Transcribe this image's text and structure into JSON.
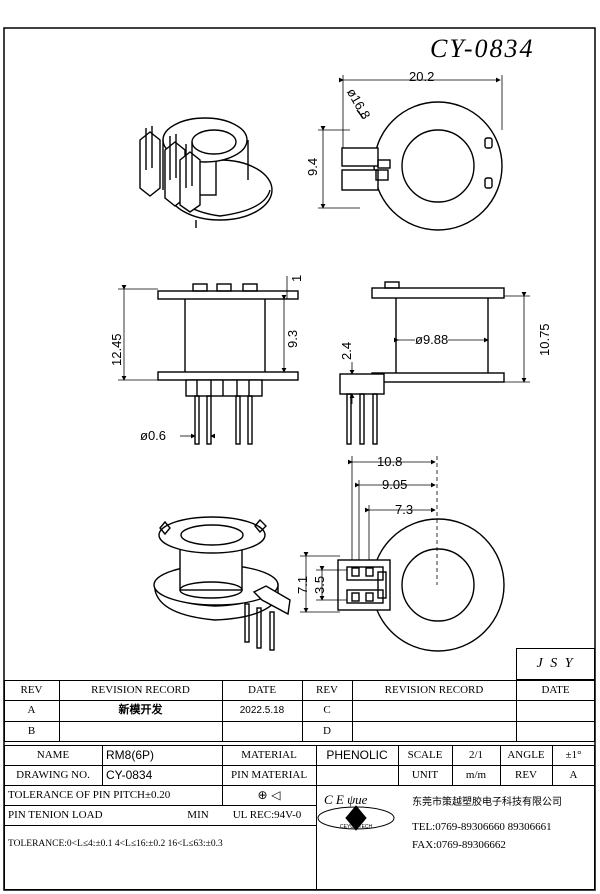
{
  "drawing_no_title": "CY-0834",
  "dimensions": {
    "top_width": "20.2",
    "top_diameter": "ø16.8",
    "top_height": "9.4",
    "front_pin_height": "1",
    "front_overall": "12.45",
    "front_winding": "9.3",
    "pin_diameter": "ø0.6",
    "side_offset": "2.4",
    "side_core": "ø9.88",
    "side_overall": "10.75",
    "bottom_w1": "10.8",
    "bottom_w2": "9.05",
    "bottom_w3": "7.3",
    "bottom_h1": "7.1",
    "bottom_h2": "3.5"
  },
  "jsy": "J S Y",
  "revision": {
    "headers": {
      "rev": "REV",
      "record": "REVISION RECORD",
      "date": "DATE",
      "rev2": "REV",
      "record2": "REVISION RECORD",
      "date2": "DATE"
    },
    "rows": [
      {
        "rev": "A",
        "record": "新模开发",
        "date": "2022.5.18",
        "rev2": "C"
      },
      {
        "rev": "B",
        "record": "",
        "date": "",
        "rev2": "D"
      }
    ]
  },
  "title_block": {
    "name_label": "NAME",
    "name_value": "RM8(6P)",
    "material_label": "MATERIAL",
    "material_value": "PHENOLIC",
    "scale_label": "SCALE",
    "scale_value": "2/1",
    "angle_label": "ANGLE",
    "angle_value": "±1°",
    "drawing_no_label": "DRAWING NO.",
    "drawing_no_value": "CY-0834",
    "pin_material_label": "PIN MATERIAL",
    "unit_label": "UNIT",
    "unit_value": "m/m",
    "rev_label": "REV",
    "rev_value": "A",
    "pitch_tolerance": "TOLERANCE OF PIN PITCH±0.20",
    "tension_label": "PIN TENION LOAD",
    "tension_min": "MIN",
    "ul_rec": "UL REC:94V-0",
    "company": "东莞市策越塑胶电子科技有限公司",
    "tel": "TEL:0769-89306660 89306661",
    "fax": "FAX:0769-89306662",
    "tolerance": "TOLERANCE:0<L≤4:±0.1  4<L≤16:±0.2  16<L≤63:±0.3",
    "logo_text": "C E  ψue",
    "logo_small": "CEYUE TECH"
  }
}
